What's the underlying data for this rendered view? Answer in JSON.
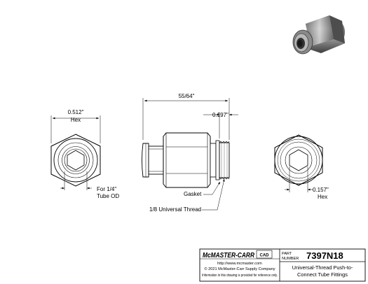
{
  "dimensions": {
    "front_hex": "0.512\"",
    "front_hex_label": "Hex",
    "tube_od_line1": "For 1/4\"",
    "tube_od_line2": "Tube OD",
    "side_length": "55/64\"",
    "thread_length": "0.197\"",
    "back_hex": "0.157\"",
    "back_hex_label": "Hex"
  },
  "callouts": {
    "gasket": "Gasket",
    "thread": "1/8 Universal Thread"
  },
  "title_block": {
    "brand": "McMASTER-CARR",
    "cad_tag": "CAD",
    "url": "http://www.mcmaster.com",
    "copyright": "© 2021 McMaster-Carr Supply Company",
    "disclaimer": "Information in this drawing is provided for reference only.",
    "part_label_1": "PART",
    "part_label_2": "NUMBER",
    "part_number": "7397N18",
    "title_line1": "Universal-Thread Push-to-",
    "title_line2": "Connect Tube Fittings"
  },
  "icons": {
    "preview": "isometric-fitting-render"
  }
}
